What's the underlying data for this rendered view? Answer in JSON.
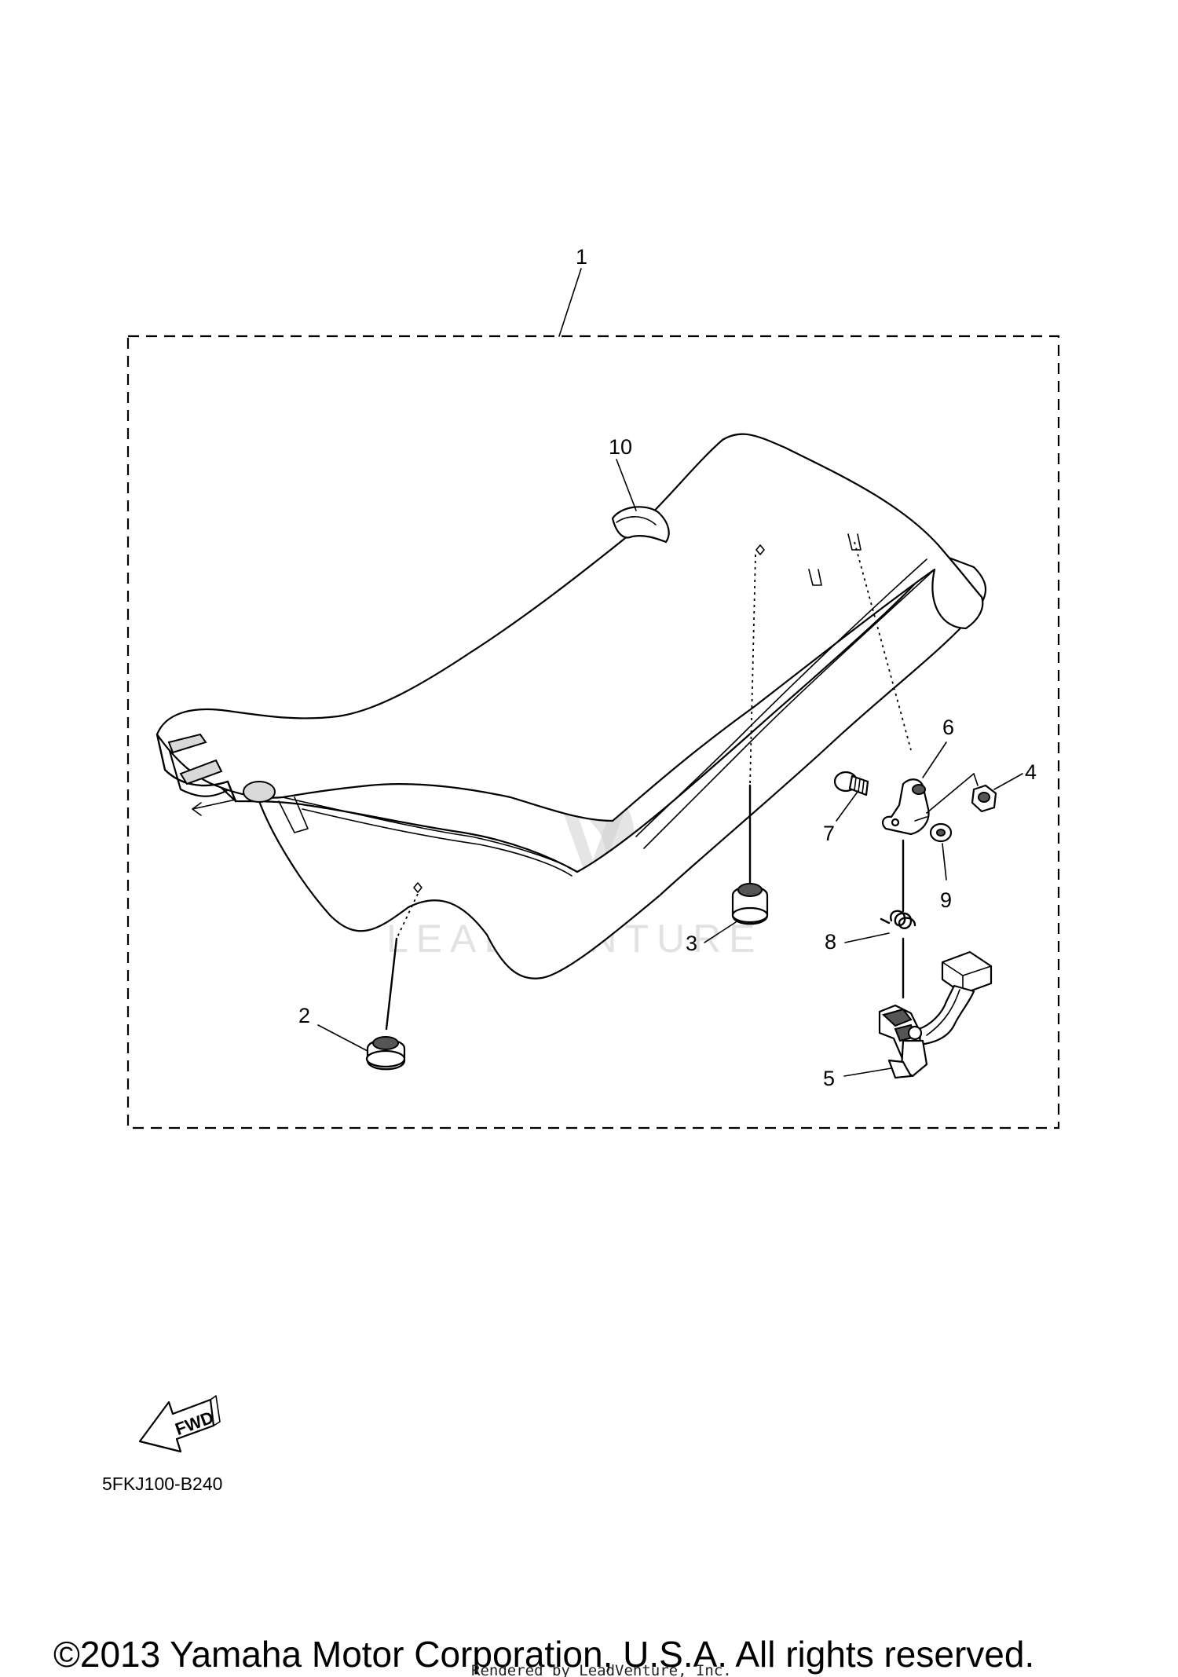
{
  "diagram": {
    "callouts": [
      "1",
      "2",
      "3",
      "4",
      "5",
      "6",
      "7",
      "8",
      "9",
      "10"
    ],
    "fwd_label": "FWD",
    "diagram_code": "5FKJ100-B240"
  },
  "watermark": {
    "text": "LEADVENTURE"
  },
  "footer": {
    "copyright": "©2013 Yamaha Motor Corporation, U.S.A. All rights reserved.",
    "rendered_by": "Rendered by LeadVenture, Inc."
  }
}
